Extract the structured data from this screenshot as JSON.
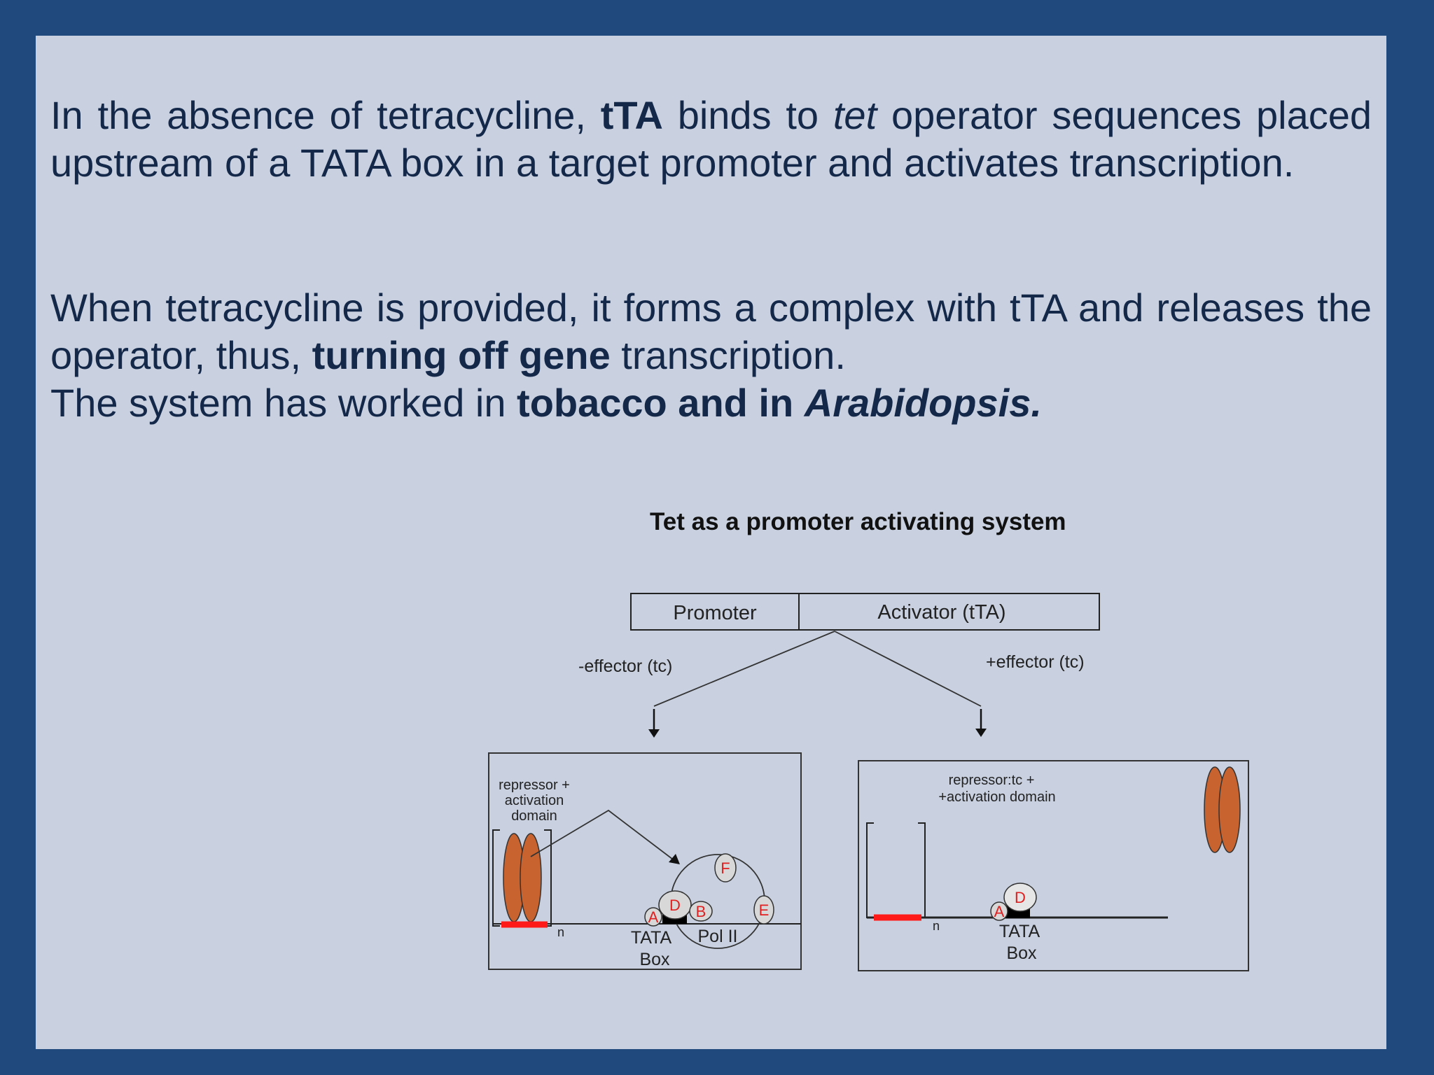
{
  "text": {
    "p1": {
      "a": "In the absence of tetracycline, ",
      "b": "tTA",
      "c": " binds to ",
      "d": "tet",
      "e": " operator sequences placed upstream of a TATA box in a target promoter and activates transcription."
    },
    "p2": {
      "a": "When tetracycline is provided, it forms a complex with tTA and releases the operator, thus, ",
      "b": "turning off gene",
      "c": " transcription."
    },
    "p3": {
      "a": "The system has worked in ",
      "b": "tobacco and in ",
      "c": "Arabidopsis."
    }
  },
  "figure": {
    "title": "Tet as a promoter activating system",
    "construct": {
      "left": "Promoter",
      "right": "Activator (tTA)"
    },
    "branch_left": "-effector (tc)",
    "branch_right": "+effector (tc)",
    "left_panel": {
      "label_1": "repressor +",
      "label_2": "activation",
      "label_3": "domain",
      "n": "n",
      "tata_1": "TATA",
      "tata_2": "Box",
      "pol": "Pol II",
      "letters": [
        "A",
        "D",
        "B",
        "F",
        "E"
      ]
    },
    "right_panel": {
      "label_1": "repressor:tc +",
      "label_2": "+activation domain",
      "n": "n",
      "tata_1": "TATA",
      "tata_2": "Box",
      "letters": [
        "A",
        "D"
      ]
    },
    "colors": {
      "repressor": "#c8622f",
      "operator": "#ff1a1a",
      "tata_block": "#000000"
    }
  }
}
